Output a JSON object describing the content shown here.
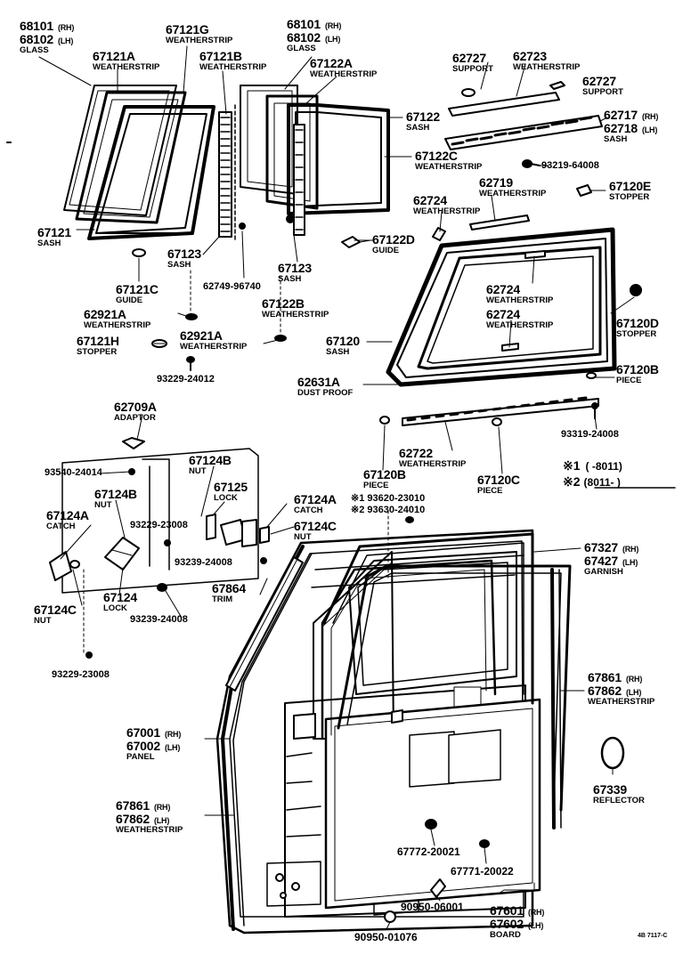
{
  "parts": [
    {
      "id": "glass-rh-lh-left",
      "nums": [
        "68101",
        "68102"
      ],
      "sfx": [
        "(RH)",
        "(LH)"
      ],
      "name": "GLASS"
    },
    {
      "id": "weatherstrip-67121G",
      "nums": [
        "67121G"
      ],
      "name": "WEATHERSTRIP"
    },
    {
      "id": "glass-rh-lh-right",
      "nums": [
        "68101",
        "68102"
      ],
      "sfx": [
        "(RH)",
        "(LH)"
      ],
      "name": "GLASS"
    },
    {
      "id": "weatherstrip-67121A",
      "nums": [
        "67121A"
      ],
      "name": "WEATHERSTRIP"
    },
    {
      "id": "weatherstrip-67121B",
      "nums": [
        "67121B"
      ],
      "name": "WEATHERSTRIP"
    },
    {
      "id": "weatherstrip-67122A",
      "nums": [
        "67122A"
      ],
      "name": "WEATHERSTRIP"
    },
    {
      "id": "sash-67122",
      "nums": [
        "67122"
      ],
      "name": "SASH"
    },
    {
      "id": "weatherstrip-67122C",
      "nums": [
        "67122C"
      ],
      "name": "WEATHERSTRIP"
    },
    {
      "id": "sash-67121",
      "nums": [
        "67121"
      ],
      "name": "SASH"
    },
    {
      "id": "sash-67123-left",
      "nums": [
        "67123"
      ],
      "name": "SASH"
    },
    {
      "id": "guide-67122D",
      "nums": [
        "67122D"
      ],
      "name": "GUIDE"
    },
    {
      "id": "bolt-62749",
      "nums": [
        "62749-96740"
      ]
    },
    {
      "id": "sash-67123-right",
      "nums": [
        "67123"
      ],
      "name": "SASH"
    },
    {
      "id": "guide-67121C",
      "nums": [
        "67121C"
      ],
      "name": "GUIDE"
    },
    {
      "id": "weatherstrip-67122B",
      "nums": [
        "67122B"
      ],
      "name": "WEATHERSTRIP"
    },
    {
      "id": "weatherstrip-62921A-left",
      "nums": [
        "62921A"
      ],
      "name": "WEATHERSTRIP"
    },
    {
      "id": "stopper-67121H",
      "nums": [
        "67121H"
      ],
      "name": "STOPPER"
    },
    {
      "id": "weatherstrip-62921A-right",
      "nums": [
        "62921A"
      ],
      "name": "WEATHERSTRIP"
    },
    {
      "id": "screw-93229-24012",
      "nums": [
        "93229-24012"
      ]
    },
    {
      "id": "support-62727-left",
      "nums": [
        "62727"
      ],
      "name": "SUPPORT"
    },
    {
      "id": "weatherstrip-62723",
      "nums": [
        "62723"
      ],
      "name": "WEATHERSTRIP"
    },
    {
      "id": "support-62727-right",
      "nums": [
        "62727"
      ],
      "name": "SUPPORT"
    },
    {
      "id": "sash-62717",
      "nums": [
        "62717",
        "62718"
      ],
      "sfx": [
        "(RH)",
        "(LH)"
      ],
      "name": "SASH"
    },
    {
      "id": "screw-93219-64008",
      "nums": [
        "93219-64008"
      ]
    },
    {
      "id": "weatherstrip-62719",
      "nums": [
        "62719"
      ],
      "name": "WEATHERSTRIP"
    },
    {
      "id": "stopper-67120E",
      "nums": [
        "67120E"
      ],
      "name": "STOPPER"
    },
    {
      "id": "weatherstrip-62724-top",
      "nums": [
        "62724"
      ],
      "name": "WEATHERSTRIP"
    },
    {
      "id": "weatherstrip-62724-mid",
      "nums": [
        "62724"
      ],
      "name": "WEATHERSTRIP"
    },
    {
      "id": "weatherstrip-62724-low",
      "nums": [
        "62724"
      ],
      "name": "WEATHERSTRIP"
    },
    {
      "id": "stopper-67120D",
      "nums": [
        "67120D"
      ],
      "name": "STOPPER"
    },
    {
      "id": "sash-67120",
      "nums": [
        "67120"
      ],
      "name": "SASH"
    },
    {
      "id": "dust-proof-62631A",
      "nums": [
        "62631A"
      ],
      "name": "DUST PROOF"
    },
    {
      "id": "piece-67120B-right",
      "nums": [
        "67120B"
      ],
      "name": "PIECE"
    },
    {
      "id": "adaptor-62709A",
      "nums": [
        "62709A"
      ],
      "name": "ADAPTOR"
    },
    {
      "id": "screw-93540-24014",
      "nums": [
        "93540-24014"
      ]
    },
    {
      "id": "nut-67124B-top",
      "nums": [
        "67124B"
      ],
      "name": "NUT"
    },
    {
      "id": "nut-67124B-left",
      "nums": [
        "67124B"
      ],
      "name": "NUT"
    },
    {
      "id": "lock-67125",
      "nums": [
        "67125"
      ],
      "name": "LOCK"
    },
    {
      "id": "catch-67124A-left",
      "nums": [
        "67124A"
      ],
      "name": "CATCH"
    },
    {
      "id": "screw-93229-23008-mid",
      "nums": [
        "93229-23008"
      ]
    },
    {
      "id": "catch-67124A-right",
      "nums": [
        "67124A"
      ],
      "name": "CATCH"
    },
    {
      "id": "screw-93620-23010",
      "nums": [
        "93620-23010"
      ],
      "prefix": "※1"
    },
    {
      "id": "screw-93630-24010",
      "nums": [
        "93630-24010"
      ],
      "prefix": "※2"
    },
    {
      "id": "nut-67124C-right",
      "nums": [
        "67124C"
      ],
      "name": "NUT"
    },
    {
      "id": "screw-93239-24008-mid",
      "nums": [
        "93239-24008"
      ]
    },
    {
      "id": "nut-67124C-left",
      "nums": [
        "67124C"
      ],
      "name": "NUT"
    },
    {
      "id": "lock-67124",
      "nums": [
        "67124"
      ],
      "name": "LOCK"
    },
    {
      "id": "screw-93239-24008-low",
      "nums": [
        "93239-24008"
      ]
    },
    {
      "id": "screw-93229-23008-low",
      "nums": [
        "93229-23008"
      ]
    },
    {
      "id": "weatherstrip-62722",
      "nums": [
        "62722"
      ],
      "name": "WEATHERSTRIP"
    },
    {
      "id": "piece-67120B-left",
      "nums": [
        "67120B"
      ],
      "name": "PIECE"
    },
    {
      "id": "piece-67120C",
      "nums": [
        "67120C"
      ],
      "name": "PIECE"
    },
    {
      "id": "screw-93319-24008",
      "nums": [
        "93319-24008"
      ]
    },
    {
      "id": "garnish-67327",
      "nums": [
        "67327",
        "67427"
      ],
      "sfx": [
        "(RH)",
        "(LH)"
      ],
      "name": "GARNISH"
    },
    {
      "id": "trim-67864",
      "nums": [
        "67864"
      ],
      "name": "TRIM"
    },
    {
      "id": "weatherstrip-67861-right",
      "nums": [
        "67861",
        "67862"
      ],
      "sfx": [
        "(RH)",
        "(LH)"
      ],
      "name": "WEATHERSTRIP"
    },
    {
      "id": "panel-67001",
      "nums": [
        "67001",
        "67002"
      ],
      "sfx": [
        "(RH)",
        "(LH)"
      ],
      "name": "PANEL"
    },
    {
      "id": "reflector-67339",
      "nums": [
        "67339"
      ],
      "name": "REFLECTOR"
    },
    {
      "id": "weatherstrip-67861-left",
      "nums": [
        "67861",
        "67862"
      ],
      "sfx": [
        "(RH)",
        "(LH)"
      ],
      "name": "WEATHERSTRIP"
    },
    {
      "id": "clip-67772-20021",
      "nums": [
        "67772-20021"
      ]
    },
    {
      "id": "clip-67771-20022",
      "nums": [
        "67771-20022"
      ]
    },
    {
      "id": "plug-90950-06001",
      "nums": [
        "90950-06001"
      ]
    },
    {
      "id": "board-67601",
      "nums": [
        "67601",
        "67602"
      ],
      "sfx": [
        "(RH)",
        "(LH)"
      ],
      "name": "BOARD"
    },
    {
      "id": "plug-90950-01076",
      "nums": [
        "90950-01076"
      ]
    }
  ],
  "notes": [
    {
      "id": "note-1",
      "mark": "※1",
      "text": "(     -8011)"
    },
    {
      "id": "note-2",
      "mark": "※2",
      "text": "(8011-         )"
    }
  ],
  "ref_code": "4B 7117-C"
}
